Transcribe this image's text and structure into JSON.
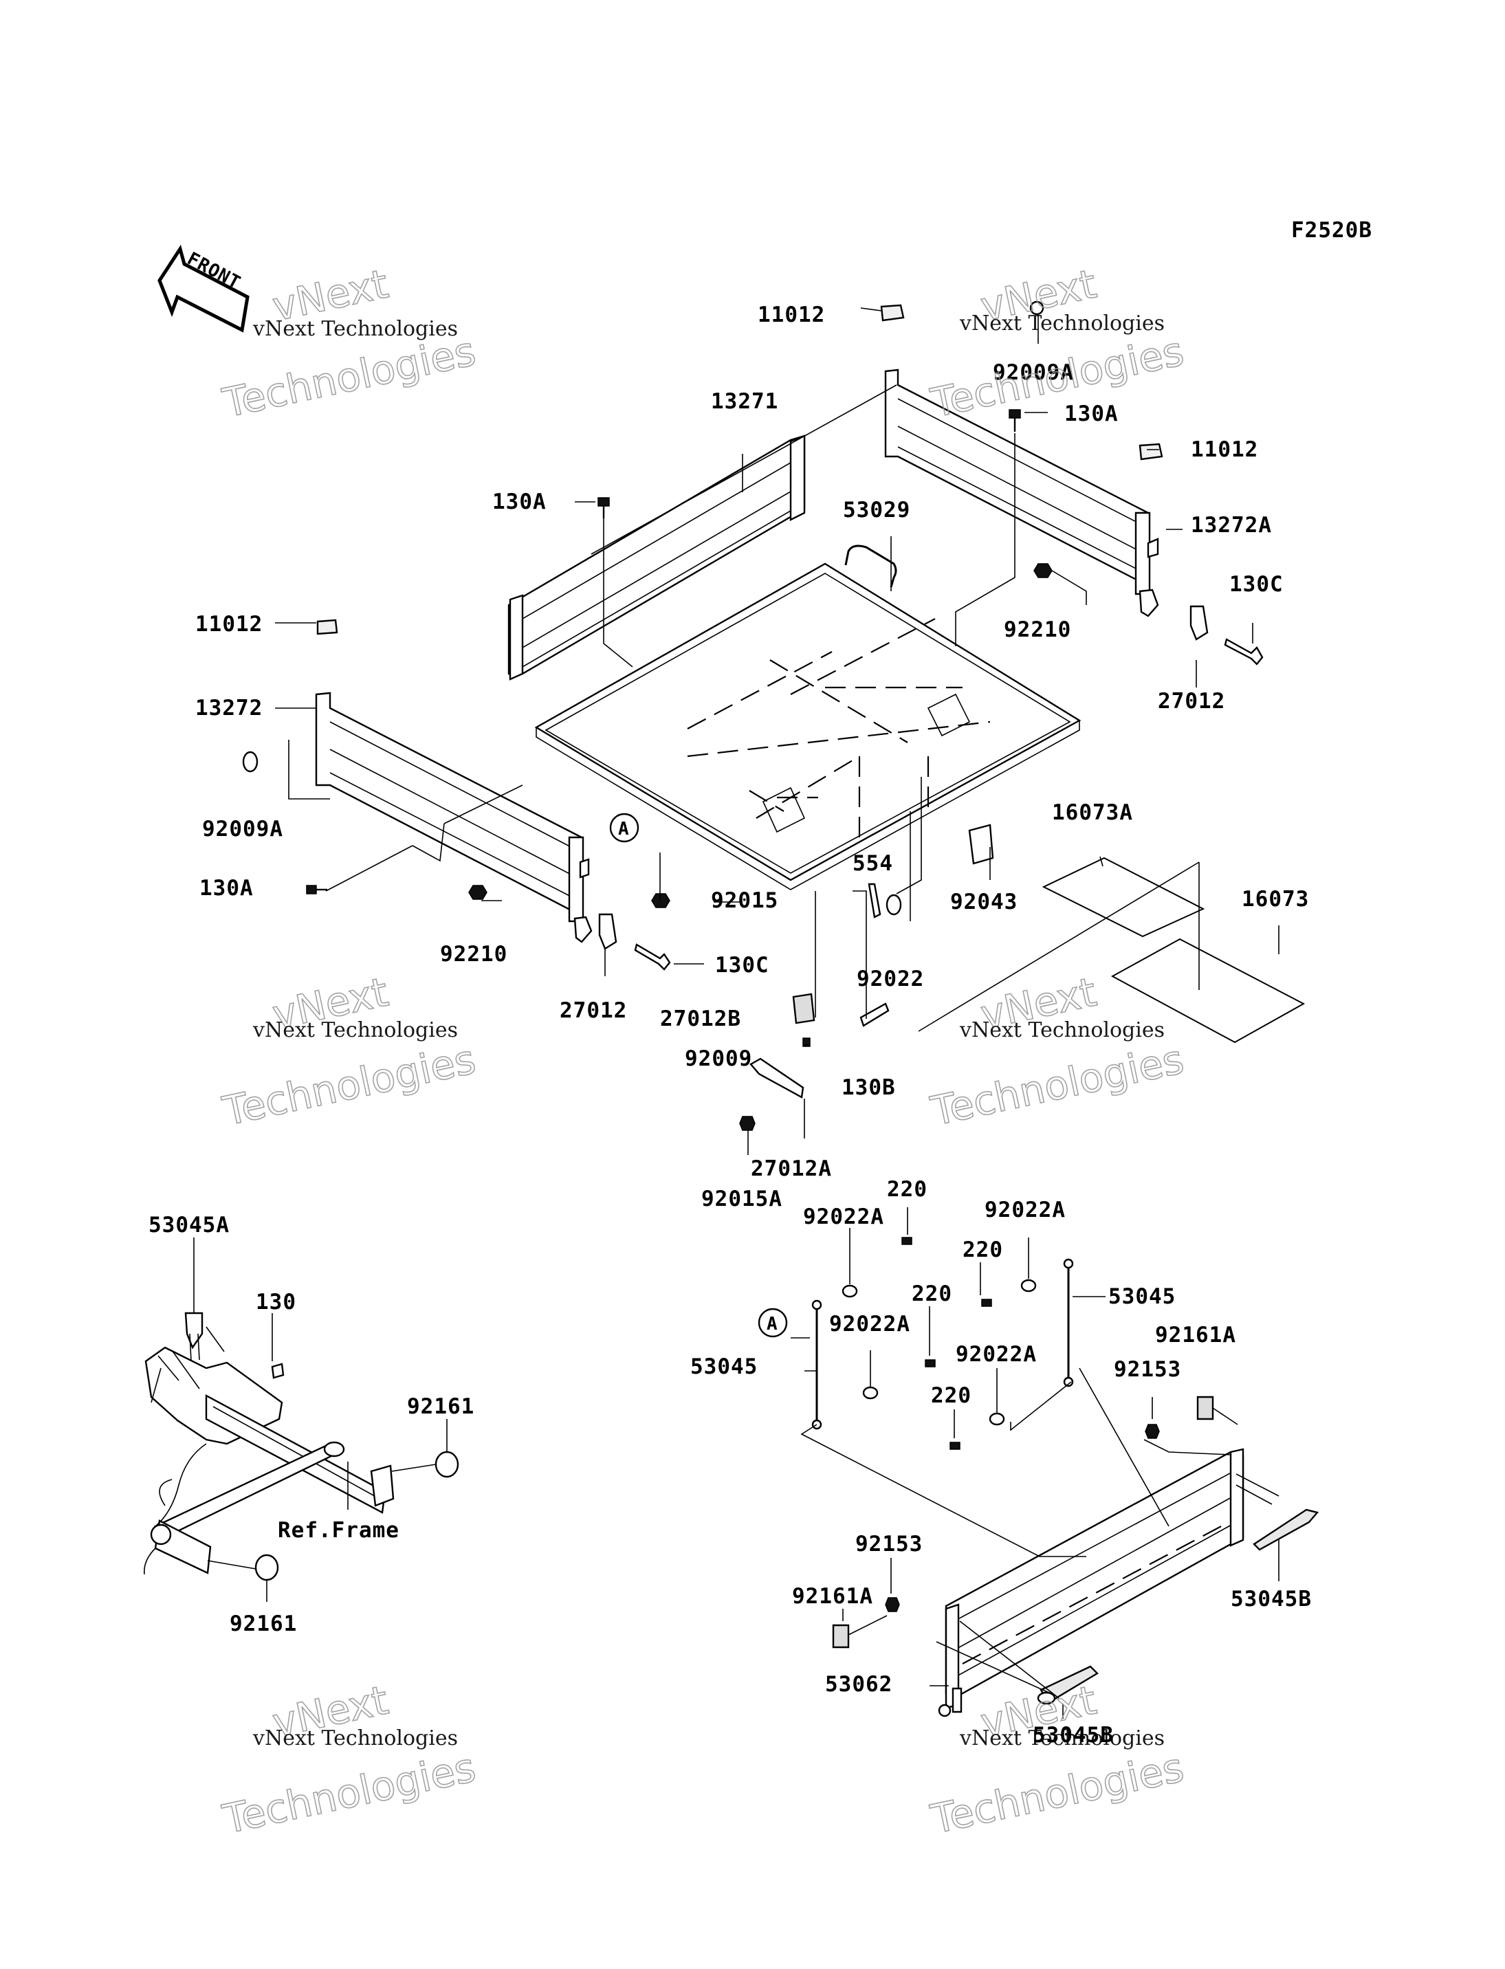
{
  "diagram": {
    "code": "F2520B",
    "front_label": "FRONT",
    "callout_letter": "A",
    "ref_frame": "Ref.Frame"
  },
  "watermark": {
    "company": "vNext Technologies",
    "brand_top": "vNext",
    "brand_bottom": "Technologies"
  },
  "parts": {
    "p11012_a": "11012",
    "p92009a_a": "92009A",
    "p130a_a": "130A",
    "p11012_b": "11012",
    "p13272a": "13272A",
    "p130c_a": "130C",
    "p92210_a": "92210",
    "p27012_a": "27012",
    "p13271": "13271",
    "p130a_b": "130A",
    "p53029": "53029",
    "p11012_c": "11012",
    "p13272": "13272",
    "p92009a_b": "92009A",
    "p130a_c": "130A",
    "p92210_b": "92210",
    "p92015": "92015",
    "p554": "554",
    "p92043": "92043",
    "p16073a": "16073A",
    "p16073": "16073",
    "p130c_b": "130C",
    "p27012_b": "27012",
    "p92022": "92022",
    "p27012b": "27012B",
    "p92009": "92009",
    "p130b": "130B",
    "p27012a": "27012A",
    "p92015a": "92015A",
    "p53045a": "53045A",
    "p130": "130",
    "p92161_a": "92161",
    "p92161_b": "92161",
    "p220_a": "220",
    "p92022a_a": "92022A",
    "p220_b": "220",
    "p92022a_b": "92022A",
    "p53045_a": "53045",
    "p220_c": "220",
    "p92022a_c": "92022A",
    "p53045_b": "53045",
    "p92161a_a": "92161A",
    "p92022a_d": "92022A",
    "p220_d": "220",
    "p92153_a": "92153",
    "p92153_b": "92153",
    "p92161a_b": "92161A",
    "p53045b_a": "53045B",
    "p53062": "53062",
    "p53045b_b": "53045B"
  }
}
